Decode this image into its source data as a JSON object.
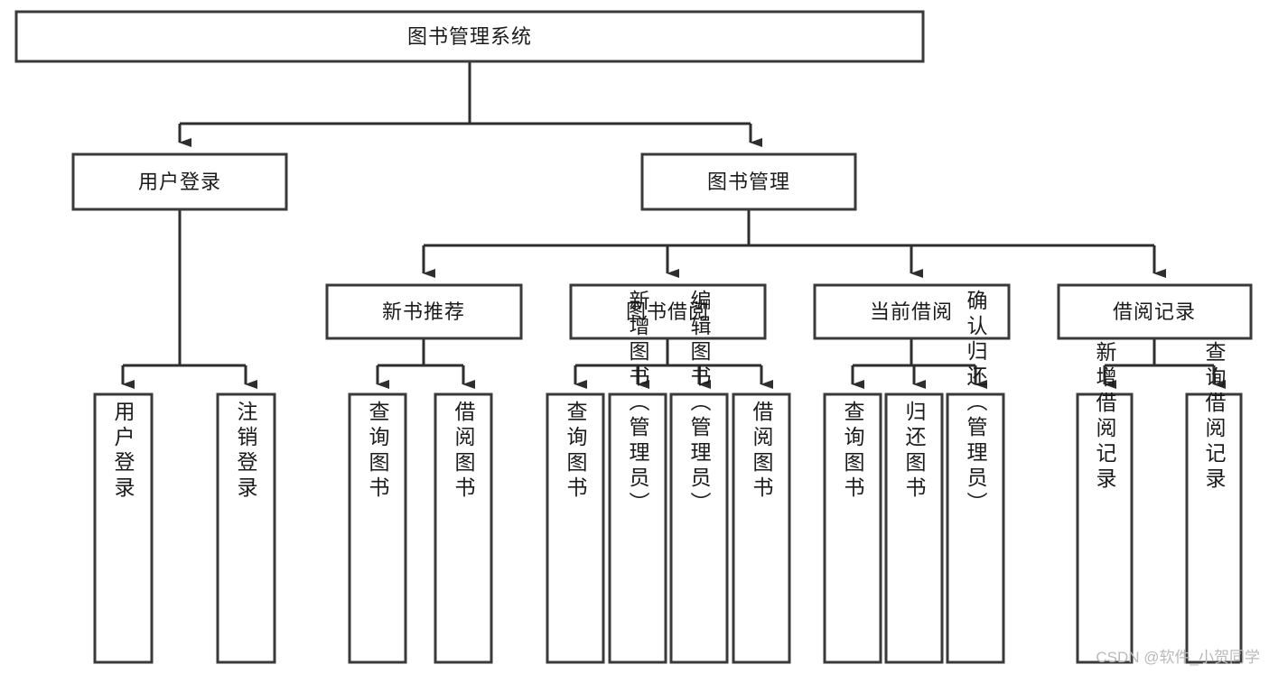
{
  "diagram": {
    "type": "tree-hierarchy",
    "orientation": "top-down",
    "title": "图书管理系统",
    "watermark": "CSDN @软件_小贺同学",
    "colors": {
      "node_fill": "#ffffff",
      "node_stroke": "#3a3a3a",
      "connector": "#2e2e2e",
      "text": "#1b1b1b",
      "watermark": "#b9b9b9",
      "background": "#ffffff"
    },
    "levels": 4,
    "nodes": {
      "root": {
        "label": "图书管理系统",
        "orientation": "horizontal"
      },
      "level2": [
        {
          "label": "用户登录",
          "orientation": "horizontal"
        },
        {
          "label": "图书管理",
          "orientation": "horizontal"
        }
      ],
      "level3": [
        {
          "label": "新书推荐",
          "orientation": "horizontal"
        },
        {
          "label": "图书借阅",
          "orientation": "horizontal"
        },
        {
          "label": "当前借阅",
          "orientation": "horizontal"
        },
        {
          "label": "借阅记录",
          "orientation": "horizontal"
        }
      ],
      "leaves_user_login": [
        {
          "label": "用户登录",
          "orientation": "vertical"
        },
        {
          "label": "注销登录",
          "orientation": "vertical"
        }
      ],
      "leaves_new_books": [
        {
          "label": "查询图书",
          "orientation": "vertical"
        },
        {
          "label": "借阅图书",
          "orientation": "vertical"
        }
      ],
      "leaves_book_borrow": [
        {
          "label": "查询图书",
          "orientation": "vertical"
        },
        {
          "label": "新增图书（管理员）",
          "orientation": "vertical"
        },
        {
          "label": "编辑图书（管理员）",
          "orientation": "vertical"
        },
        {
          "label": "借阅图书",
          "orientation": "vertical"
        }
      ],
      "leaves_current_borrow": [
        {
          "label": "查询图书",
          "orientation": "vertical"
        },
        {
          "label": "归还图书",
          "orientation": "vertical"
        },
        {
          "label": "确认归还（管理员）",
          "orientation": "vertical"
        }
      ],
      "leaves_borrow_record": [
        {
          "label": "新增借阅记录",
          "orientation": "vertical"
        },
        {
          "label": "查询借阅记录",
          "orientation": "vertical"
        }
      ]
    }
  }
}
